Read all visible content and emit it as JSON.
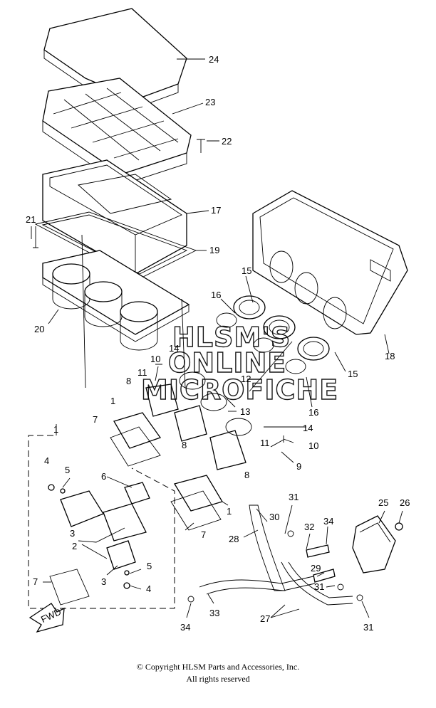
{
  "watermark": {
    "line1": "HLSM'S",
    "line2": "ONLINE",
    "line3": "MICROFICHE"
  },
  "badge": {
    "fwd": "FWD"
  },
  "callouts": {
    "p1": "1",
    "p1b": "1",
    "p2": "2",
    "p3": "3",
    "p3b": "3",
    "p4": "4",
    "p4b": "4",
    "p5": "5",
    "p5b": "5",
    "p6": "6",
    "p7": "7",
    "p7b": "7",
    "p7c": "7",
    "p8": "8",
    "p8b": "8",
    "p8c": "8",
    "p9": "9",
    "p10": "10",
    "p10b": "10",
    "p11": "11",
    "p11b": "11",
    "p12": "12",
    "p13": "13",
    "p14": "14",
    "p14b": "14",
    "p15": "15",
    "p15b": "15",
    "p16": "16",
    "p16b": "16",
    "p17": "17",
    "p18": "18",
    "p19": "19",
    "p20": "20",
    "p21": "21",
    "p22": "22",
    "p23": "23",
    "p24": "24",
    "p25": "25",
    "p26": "26",
    "p27": "27",
    "p28": "28",
    "p29": "29",
    "p30": "30",
    "p31": "31",
    "p31b": "31",
    "p31c": "31",
    "p32": "32",
    "p33": "33",
    "p34": "34",
    "p34b": "34"
  },
  "footer": {
    "copyright": "© Copyright HLSM Parts and Accessories, Inc.",
    "rights": "All rights reserved"
  }
}
